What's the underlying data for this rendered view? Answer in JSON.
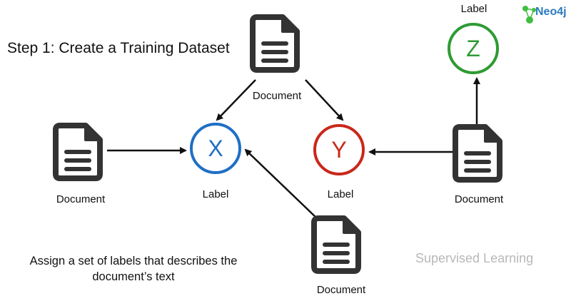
{
  "title": {
    "step": "Step 1",
    "rest": ": Create a Training Dataset"
  },
  "documents": [
    {
      "id": "doc-top",
      "label": "Document"
    },
    {
      "id": "doc-left",
      "label": "Document"
    },
    {
      "id": "doc-bottom",
      "label": "Document"
    },
    {
      "id": "doc-right",
      "label": "Document"
    }
  ],
  "labels": [
    {
      "id": "x",
      "letter": "X",
      "caption": "Label",
      "color": "#1f6fc5"
    },
    {
      "id": "y",
      "letter": "Y",
      "caption": "Label",
      "color": "#c9281b"
    },
    {
      "id": "z",
      "letter": "Z",
      "caption": "Label",
      "color": "#2e9b34"
    }
  ],
  "caption": "Assign a set of labels that describes the document’s text",
  "footer": "Supervised Learning",
  "logo": {
    "text": "Neo4j",
    "color": "#2b7bbf",
    "dot_color": "#3fbf3f"
  }
}
